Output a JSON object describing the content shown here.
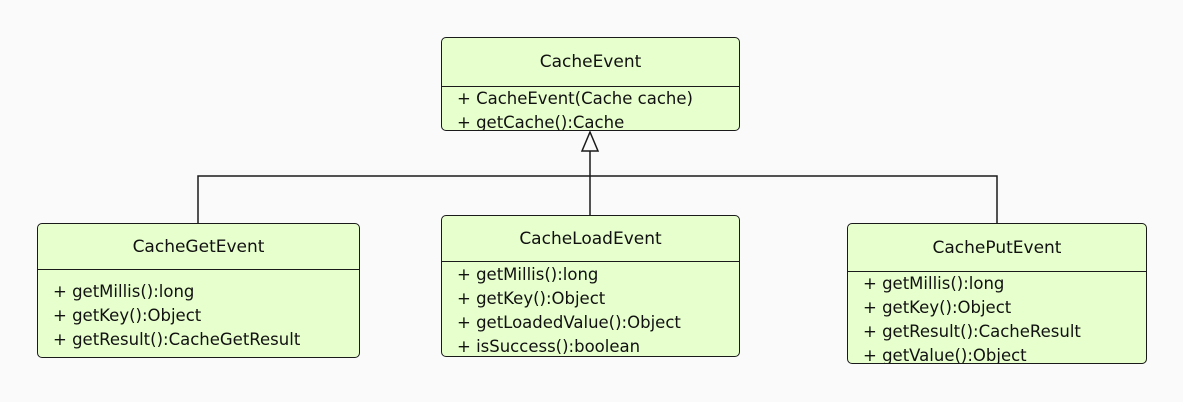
{
  "colors": {
    "class_fill": "#e6ffcc",
    "stroke": "#1a1a1a",
    "background": "#fafafa"
  },
  "classes": {
    "base": {
      "name": "CacheEvent",
      "members": [
        "+ CacheEvent(Cache cache)",
        "+ getCache():Cache"
      ]
    },
    "get": {
      "name": "CacheGetEvent",
      "members": [
        "+ getMillis():long",
        "+ getKey():Object",
        "+ getResult():CacheGetResult"
      ]
    },
    "load": {
      "name": "CacheLoadEvent",
      "members": [
        "+ getMillis():long",
        "+ getKey():Object",
        "+ getLoadedValue():Object",
        "+ isSuccess():boolean"
      ]
    },
    "put": {
      "name": "CachePutEvent",
      "members": [
        "+ getMillis():long",
        "+ getKey():Object",
        "+ getResult():CacheResult",
        "+ getValue():Object"
      ]
    }
  },
  "relations": [
    {
      "type": "generalization",
      "from": "get",
      "to": "base"
    },
    {
      "type": "generalization",
      "from": "load",
      "to": "base"
    },
    {
      "type": "generalization",
      "from": "put",
      "to": "base"
    }
  ]
}
